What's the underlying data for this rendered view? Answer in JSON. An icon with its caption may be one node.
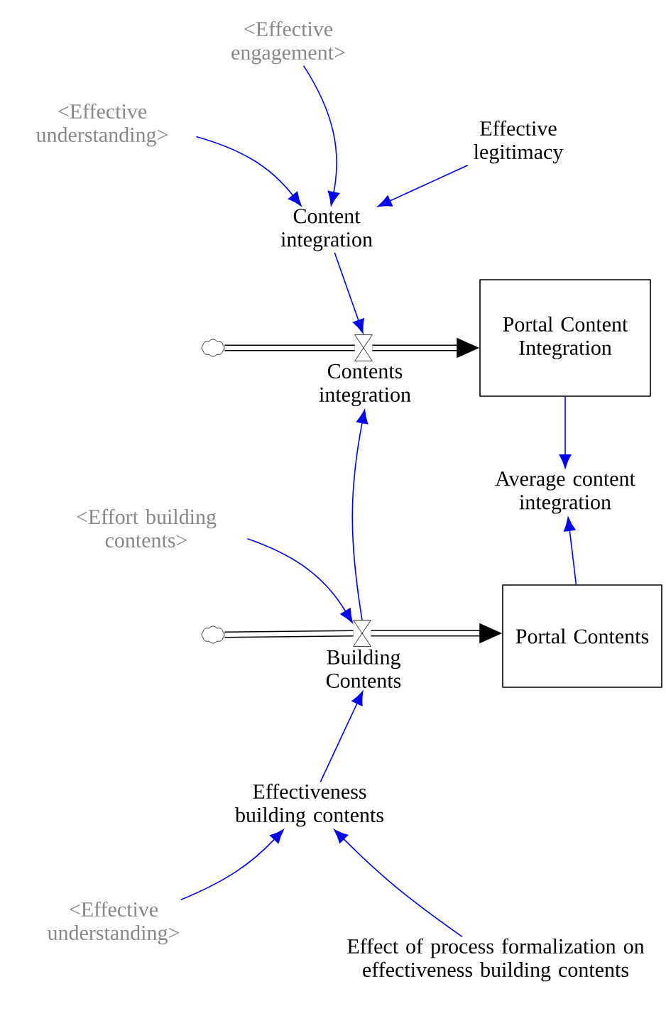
{
  "diagram": {
    "nodes": [
      {
        "text": [
          "<Effective engagement>"
        ]
      },
      {
        "text": [
          "<Effective understanding>"
        ]
      },
      {
        "text": [
          "Effective legitimacy"
        ]
      },
      {
        "text": [
          "Content integration"
        ]
      },
      {
        "text": [],
        "shape": "cloud"
      },
      {
        "text": [
          "Contents integration"
        ]
      },
      {
        "text": [
          "Portal Content Integration"
        ]
      },
      {
        "text": [
          "Average content integration"
        ]
      },
      {
        "text": [
          "<Effort building contents>"
        ]
      },
      {
        "text": [],
        "shape": "cloud"
      },
      {
        "text": [
          "Building Contents"
        ]
      },
      {
        "text": [
          "Portal Contents"
        ]
      },
      {
        "text": [
          "Effectiveness building contents"
        ]
      },
      {
        "text": [
          "<Effective understanding>"
        ]
      },
      {
        "text": [
          "Effect of process formalization on effectiveness building contents"
        ]
      }
    ],
    "edges": [
      {
        "from": 0,
        "to": 3,
        "arrow": "to"
      },
      {
        "from": 1,
        "to": 3,
        "arrow": "to"
      },
      {
        "from": 2,
        "to": 3,
        "arrow": "to"
      },
      {
        "from": 3,
        "to": 5,
        "arrow": "to"
      },
      {
        "from": 4,
        "to": 5,
        "arrow": "none",
        "style": "thick",
        "color": "#000000"
      },
      {
        "from": 5,
        "to": 6,
        "arrow": "to",
        "style": "thick",
        "color": "#000000"
      },
      {
        "from": 6,
        "to": 7,
        "arrow": "to"
      },
      {
        "from": 11,
        "to": 7,
        "arrow": "to"
      },
      {
        "from": 8,
        "to": 10,
        "arrow": "to"
      },
      {
        "from": 10,
        "to": 5,
        "arrow": "to"
      },
      {
        "from": 9,
        "to": 10,
        "arrow": "none",
        "style": "thick",
        "color": "#000000"
      },
      {
        "from": 10,
        "to": 11,
        "arrow": "to",
        "style": "thick",
        "color": "#000000"
      },
      {
        "from": 12,
        "to": 10,
        "arrow": "to"
      },
      {
        "from": 13,
        "to": 12,
        "arrow": "to"
      },
      {
        "from": 14,
        "to": 12,
        "arrow": "to"
      }
    ]
  }
}
